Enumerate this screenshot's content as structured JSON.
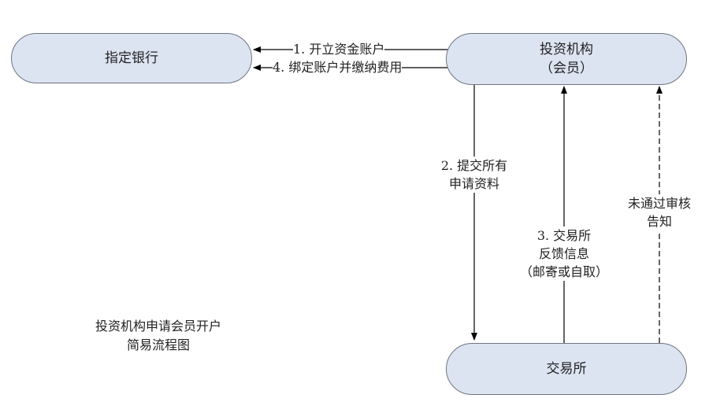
{
  "nodes": {
    "bank": {
      "label": "指定银行"
    },
    "institution": {
      "line1": "投资机构",
      "line2": "（会员）"
    },
    "exchange": {
      "label": "交易所"
    }
  },
  "edges": {
    "open_account": "1. 开立资金账户",
    "bind_account": "4. 绑定账户并缴纳费用",
    "submit_docs": {
      "line1": "2. 提交所有",
      "line2": "申请资料"
    },
    "feedback": {
      "line1": "3. 交易所",
      "line2": "反馈信息",
      "line3": "（邮寄或自取）"
    },
    "rejected": {
      "line1": "未通过审核",
      "line2": "告知"
    }
  },
  "caption": {
    "line1": "投资机构申请会员开户",
    "line2": "简易流程图"
  }
}
